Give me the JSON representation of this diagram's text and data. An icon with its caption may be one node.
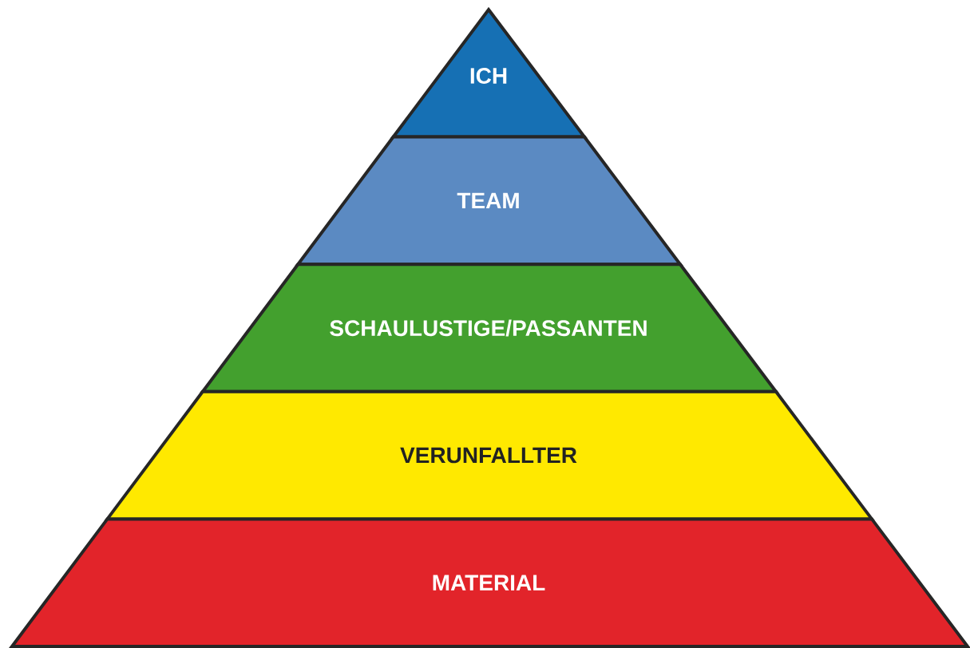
{
  "diagram": {
    "nodes": [
      {
        "text": [
          "ICH"
        ]
      },
      {
        "text": [
          "TEAM"
        ]
      },
      {
        "text": [
          "SCHAULUSTIGE/PASSANTEN"
        ]
      },
      {
        "text": [
          "VERUNFALLTER"
        ]
      },
      {
        "text": [
          "MATERIAL"
        ]
      }
    ]
  }
}
